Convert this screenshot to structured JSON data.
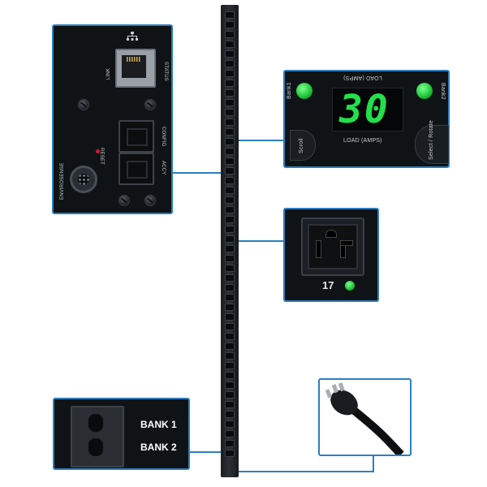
{
  "network_panel": {
    "link_label": "LINK",
    "status_label": "STATUS",
    "config_label": "CONFIG",
    "accy_label": "ACCY",
    "reset_label": "RESET",
    "envirosense_label": "ENVIROSENSE",
    "network_icon": "network-icon"
  },
  "display_panel": {
    "value": "30",
    "load_label_top": "LOAD (AMPS)",
    "load_label_bottom": "LOAD (AMPS)",
    "bank1_label": "Bank1",
    "bank2_label": "Bank2",
    "scroll_label": "Scroll",
    "select_label": "Select / Rotate",
    "digit_color": "#22e04a",
    "led_color": "#21c93c"
  },
  "outlet_panel": {
    "number": "17",
    "led_color": "#21c93c"
  },
  "breaker_panel": {
    "bank1": "BANK 1",
    "bank2": "BANK 2"
  },
  "accent_color": "#2c7fbf"
}
